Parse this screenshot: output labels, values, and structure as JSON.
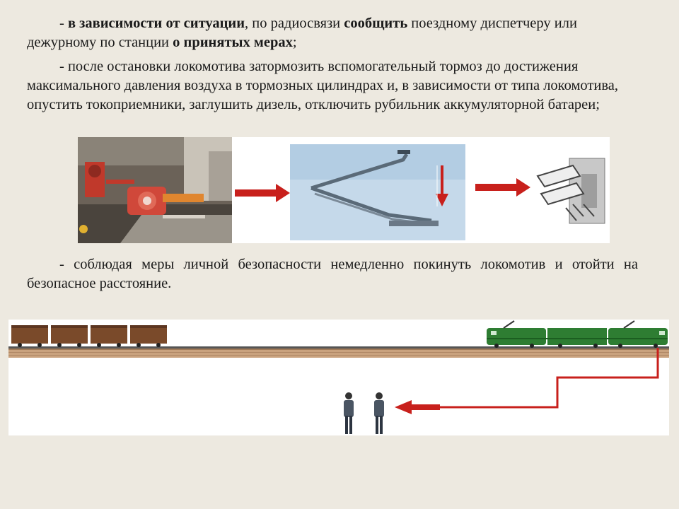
{
  "p1": {
    "dash": "- ",
    "bold1": "в зависимости от ситуации",
    "t1": ", по радиосвязи ",
    "bold2": "сообщить",
    "t2": " поездному диспетчеру или дежурному по станции ",
    "bold3": "о принятых мерах",
    "t3": ";"
  },
  "p2": {
    "text": "- после остановки локомотива затормозить вспомогательный тормоз до достижения максимального давления воздуха в тормозных цилиндрах и, в зависимости от типа локомотива, опустить токоприемники, заглушить дизель, отключить рубильник аккумуляторной батареи;"
  },
  "p3": {
    "text": "- соблюдая меры личной безопасности немедленно покинуть локомотив и отойти на безопасное расстояние."
  },
  "colors": {
    "background": "#ede9e0",
    "arrow_red": "#c8201c",
    "locomotive_green": "#2e7d32",
    "freight_car_brown": "#7a4a2a"
  },
  "icons": [
    "brake-valve-photo",
    "pantograph-lowering-diagram",
    "battery-switch-diagram",
    "freight-car-icon",
    "locomotive-icon",
    "person-icon",
    "direction-arrow-icon"
  ]
}
